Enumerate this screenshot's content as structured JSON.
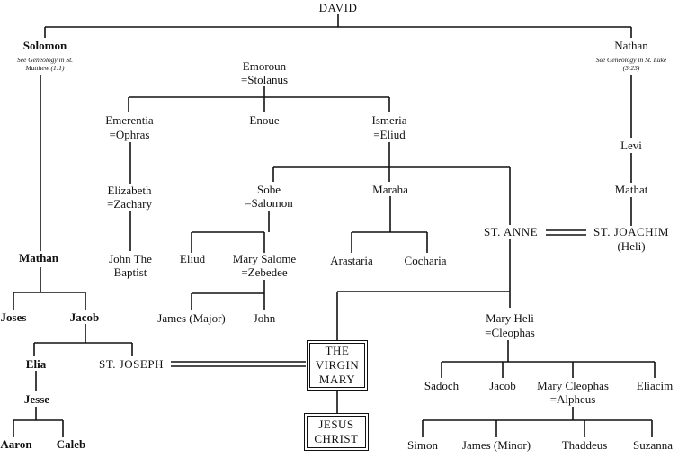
{
  "root": "DAVID",
  "solomon": {
    "name": "Solomon",
    "note": "See Geneology in St. Matthew (1:1)"
  },
  "nathan": {
    "name": "Nathan",
    "note": "See Geneology in St. Luke (3:23)"
  },
  "emoroun": {
    "name": "Emoroun",
    "spouse": "=Stolanus"
  },
  "emerentia": {
    "name": "Emerentia",
    "spouse": "=Ophras"
  },
  "enoue": "Enoue",
  "ismeria": {
    "name": "Ismeria",
    "spouse": "=Eliud"
  },
  "levi": "Levi",
  "mathat": "Mathat",
  "elizabeth": {
    "name": "Elizabeth",
    "spouse": "=Zachary"
  },
  "sobe": {
    "name": "Sobe",
    "spouse": "=Salomon"
  },
  "maraha": "Maraha",
  "st_anne": "ST. ANNE",
  "st_joachim": {
    "name": "ST. JOACHIM",
    "alias": "(Heli)"
  },
  "mathan": "Mathan",
  "john_baptist": {
    "line1": "John The",
    "line2": "Baptist"
  },
  "eliud": "Eliud",
  "mary_salome": {
    "name": "Mary Salome",
    "spouse": "=Zebedee"
  },
  "arastaria": "Arastaria",
  "cocharia": "Cocharia",
  "joses": "Joses",
  "jacob_left": "Jacob",
  "james_major": "James (Major)",
  "john": "John",
  "mary_heli": {
    "name": "Mary Heli",
    "spouse": "=Cleophas"
  },
  "elia": "Elia",
  "st_joseph": "ST. JOSEPH",
  "virgin_mary": {
    "line1": "THE",
    "line2": "VIRGIN",
    "line3": "MARY"
  },
  "sadoch": "Sadoch",
  "jacob_right": "Jacob",
  "mary_cleophas": {
    "name": "Mary Cleophas",
    "spouse": "=Alpheus"
  },
  "eliacim": "Eliacim",
  "jesse": "Jesse",
  "jesus_christ": {
    "line1": "JESUS",
    "line2": "CHRIST"
  },
  "aaron": "Aaron",
  "caleb": "Caleb",
  "simon": "Simon",
  "james_minor": "James (Minor)",
  "thaddeus": "Thaddeus",
  "suzanna": "Suzanna"
}
